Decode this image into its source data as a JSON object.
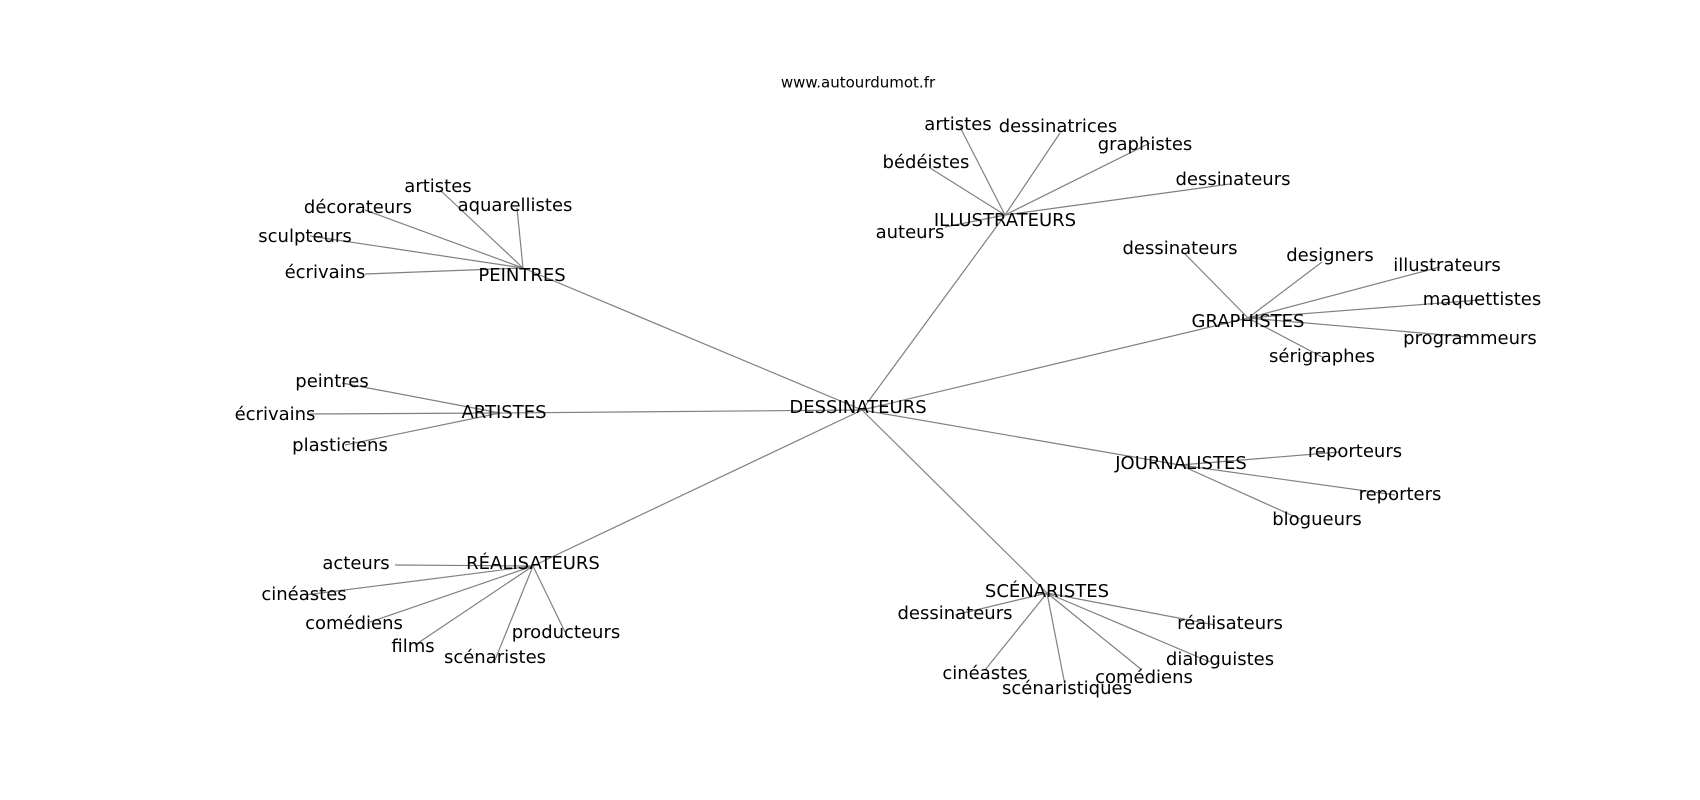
{
  "source": "www.autourdumot.fr",
  "center": "DESSINATEURS",
  "groups": [
    {
      "label": "ILLUSTRATEURS",
      "children": [
        "artistes",
        "dessinatrices",
        "graphistes",
        "bédéistes",
        "dessinateurs",
        "auteurs"
      ]
    },
    {
      "label": "PEINTRES",
      "children": [
        "artistes",
        "décorateurs",
        "aquarellistes",
        "sculpteurs",
        "écrivains"
      ]
    },
    {
      "label": "GRAPHISTES",
      "children": [
        "dessinateurs",
        "designers",
        "illustrateurs",
        "maquettistes",
        "programmeurs",
        "sérigraphes"
      ]
    },
    {
      "label": "ARTISTES",
      "children": [
        "peintres",
        "écrivains",
        "plasticiens"
      ]
    },
    {
      "label": "JOURNALISTES",
      "children": [
        "reporteurs",
        "reporters",
        "blogueurs"
      ]
    },
    {
      "label": "RÉALISATEURS",
      "children": [
        "acteurs",
        "cinéastes",
        "comédiens",
        "films",
        "scénaristes",
        "producteurs"
      ]
    },
    {
      "label": "SCÉNARISTES",
      "children": [
        "dessinateurs",
        "réalisateurs",
        "dialoguistes",
        "cinéastes",
        "scénaristiques",
        "comédiens"
      ]
    }
  ]
}
